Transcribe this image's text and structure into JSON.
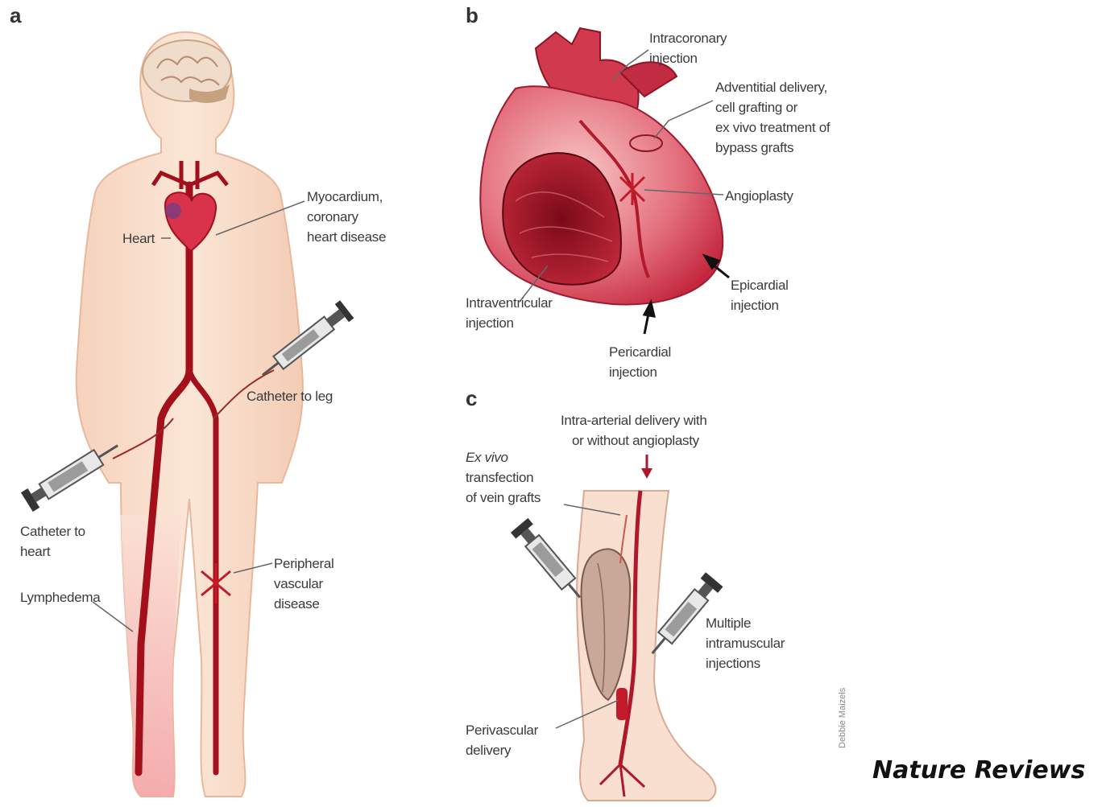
{
  "panels": {
    "a": {
      "letter": "a",
      "labels": {
        "heart": [
          "Heart"
        ],
        "myocardium": [
          "Myocardium,",
          "coronary",
          "heart disease"
        ],
        "catheter_leg": [
          "Catheter to leg"
        ],
        "catheter_heart": [
          "Catheter to",
          "heart"
        ],
        "lymphedema": [
          "Lymphedema"
        ],
        "peripheral": [
          "Peripheral",
          "vascular",
          "disease"
        ]
      }
    },
    "b": {
      "letter": "b",
      "labels": {
        "intracoronary": [
          "Intracoronary",
          "injection"
        ],
        "adventitial": [
          "Adventitial delivery,",
          "cell grafting or",
          "ex vivo treatment of",
          "bypass grafts"
        ],
        "angioplasty": [
          "Angioplasty"
        ],
        "epicardial": [
          "Epicardial",
          "injection"
        ],
        "intraventricular": [
          "Intraventricular",
          "injection"
        ],
        "pericardial": [
          "Pericardial",
          "injection"
        ]
      }
    },
    "c": {
      "letter": "c",
      "labels": {
        "intra_arterial": [
          "Intra-arterial delivery with",
          "or without angioplasty"
        ],
        "ex_vivo": [
          "Ex vivo",
          "transfection",
          "of vein grafts"
        ],
        "intramuscular": [
          "Multiple",
          "intramuscular",
          "injections"
        ],
        "perivascular": [
          "Perivascular",
          "delivery"
        ]
      }
    }
  },
  "brand": "Nature Reviews",
  "credit": "Debbie Maizels",
  "colors": {
    "skin": "#f8dcc8",
    "skin_shade": "#f0c4a8",
    "artery": "#a3101c",
    "heart": "#d8334a",
    "heart_light": "#f3a7b0",
    "syringe": "#555555",
    "label_line": "#666666"
  }
}
